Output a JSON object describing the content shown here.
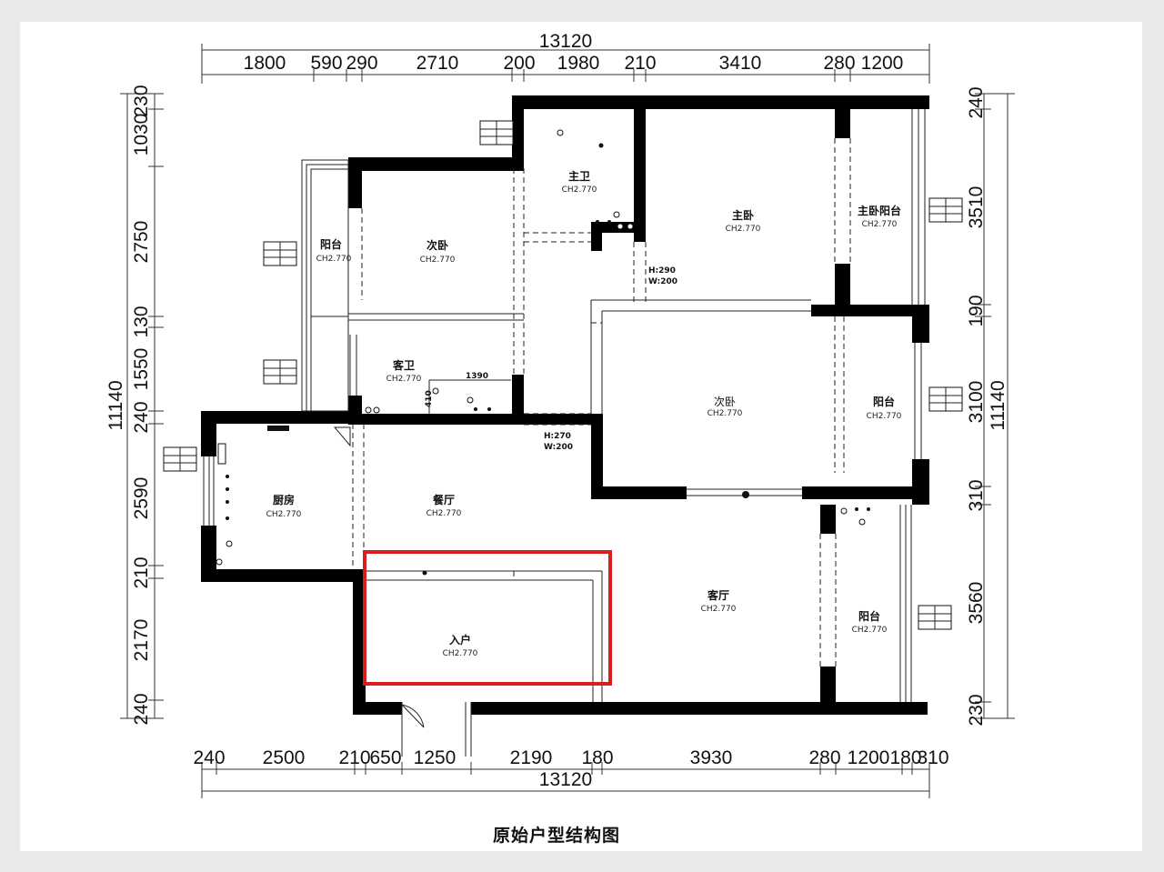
{
  "title": "原始户型结构图",
  "total_width_top": "13120",
  "total_width_bottom": "13120",
  "total_height_left": "11140",
  "total_height_right": "11140",
  "top_dims": [
    "1800",
    "590",
    "290",
    "2710",
    "200",
    "1980",
    "210",
    "3410",
    "280",
    "1200"
  ],
  "bottom_dims": [
    "240",
    "2500",
    "210",
    "650",
    "1250",
    "2190",
    "180",
    "3930",
    "280",
    "1200",
    "180",
    "310"
  ],
  "left_dims": [
    "230",
    "1030",
    "2750",
    "130",
    "1550",
    "240",
    "2590",
    "210",
    "2170",
    "240"
  ],
  "right_dims": [
    "240",
    "3510",
    "190",
    "3100",
    "310",
    "3560",
    "230"
  ],
  "rooms": {
    "master_bath": {
      "name": "主卫",
      "ch": "CH2.770"
    },
    "master_bed": {
      "name": "主卧",
      "ch": "CH2.770"
    },
    "master_balcony": {
      "name": "主卧阳台",
      "ch": "CH2.770"
    },
    "balcony_w": {
      "name": "阳台",
      "ch": "CH2.770"
    },
    "second_bed_n": {
      "name": "次卧",
      "ch": "CH2.770"
    },
    "guest_bath": {
      "name": "客卫",
      "ch": "CH2.770"
    },
    "second_bed_c": {
      "name": "次卧",
      "ch": "CH2.770"
    },
    "balcony_e": {
      "name": "阳台",
      "ch": "CH2.770"
    },
    "kitchen": {
      "name": "厨房",
      "ch": "CH2.770"
    },
    "dining": {
      "name": "餐厅",
      "ch": "CH2.770"
    },
    "living": {
      "name": "客厅",
      "ch": "CH2.770"
    },
    "balcony_se": {
      "name": "阳台",
      "ch": "CH2.770"
    },
    "entry": {
      "name": "入户",
      "ch": "CH2.770"
    }
  },
  "notes": {
    "opening1_h": "H:290",
    "opening1_w": "W:200",
    "opening2_h": "H:270",
    "opening2_w": "W:200",
    "bath_len": "1390",
    "bath_w": "410"
  },
  "colors": {
    "wall": "#000000",
    "highlight": "#d91c1c",
    "paper": "#ffffff",
    "background": "#e9e9e9"
  }
}
